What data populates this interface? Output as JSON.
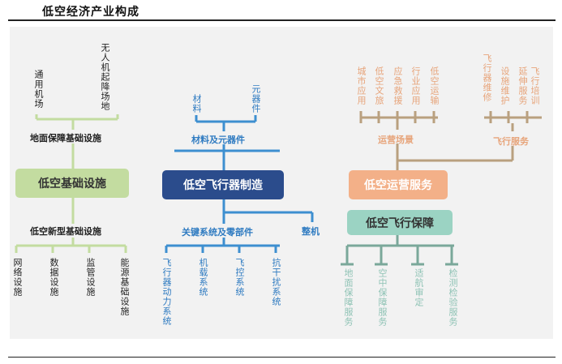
{
  "title": "低空经济产业构成",
  "colors": {
    "green": "#c3dca0",
    "navy": "#2b4c8c",
    "orange": "#f3b088",
    "teal": "#9bd3c3",
    "blue_line": "#3d8fd0"
  },
  "infra": {
    "main": "低空基础设施",
    "ground": "地面保障基础设施",
    "ground_items": [
      "通用机场",
      "无人机起降场地"
    ],
    "new": "低空新型基础设施",
    "new_items": [
      "网络设施",
      "数据设施",
      "监管设施",
      "能源基础设施"
    ]
  },
  "aircraft": {
    "main": "低空飞行器制造",
    "materials": "材料及元器件",
    "material_items": [
      "材料",
      "元器件"
    ],
    "systems": "关键系统及零部件",
    "system_items": [
      "飞行器动力系统",
      "机载系统",
      "飞控系统",
      "抗干扰系统"
    ],
    "complete": "整机"
  },
  "operation": {
    "main": "低空运营服务",
    "scene": "运营场景",
    "scene_items": [
      "城市应用",
      "低空文旅",
      "应急救援",
      "行业应用",
      "低空运输"
    ],
    "flight_service": "飞行服务",
    "flight_service_items": [
      "飞行器维修",
      "设施维护",
      "延伸服务",
      "飞行培训"
    ]
  },
  "guarantee": {
    "main": "低空飞行保障",
    "items": [
      "地面保障服务",
      "空中保障服务",
      "适航审定",
      "检测检验服务"
    ]
  }
}
